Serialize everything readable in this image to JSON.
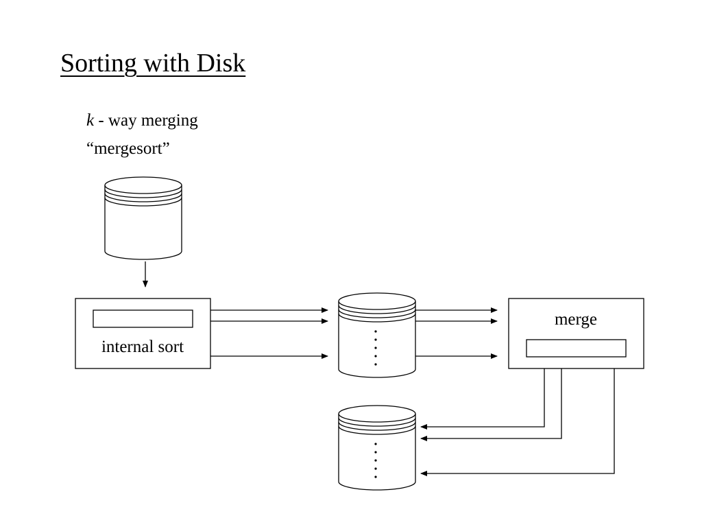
{
  "slide": {
    "title": "Sorting with Disk",
    "line1_var": "k",
    "line1_rest": " - way  merging",
    "line2": "“mergesort”"
  },
  "diagram": {
    "internal_sort_label": "internal sort",
    "merge_label": "merge",
    "nodes": [
      {
        "id": "input-disk",
        "kind": "disk"
      },
      {
        "id": "internal-sort-box",
        "kind": "process"
      },
      {
        "id": "runs-disk",
        "kind": "disk"
      },
      {
        "id": "merge-box",
        "kind": "process"
      },
      {
        "id": "output-disk",
        "kind": "disk"
      }
    ],
    "edges": [
      {
        "from": "input-disk",
        "to": "internal-sort-box",
        "count": 1
      },
      {
        "from": "internal-sort-box",
        "to": "runs-disk",
        "count": 3
      },
      {
        "from": "runs-disk",
        "to": "merge-box",
        "count": 3
      },
      {
        "from": "merge-box",
        "to": "output-disk",
        "count": 3
      }
    ]
  }
}
